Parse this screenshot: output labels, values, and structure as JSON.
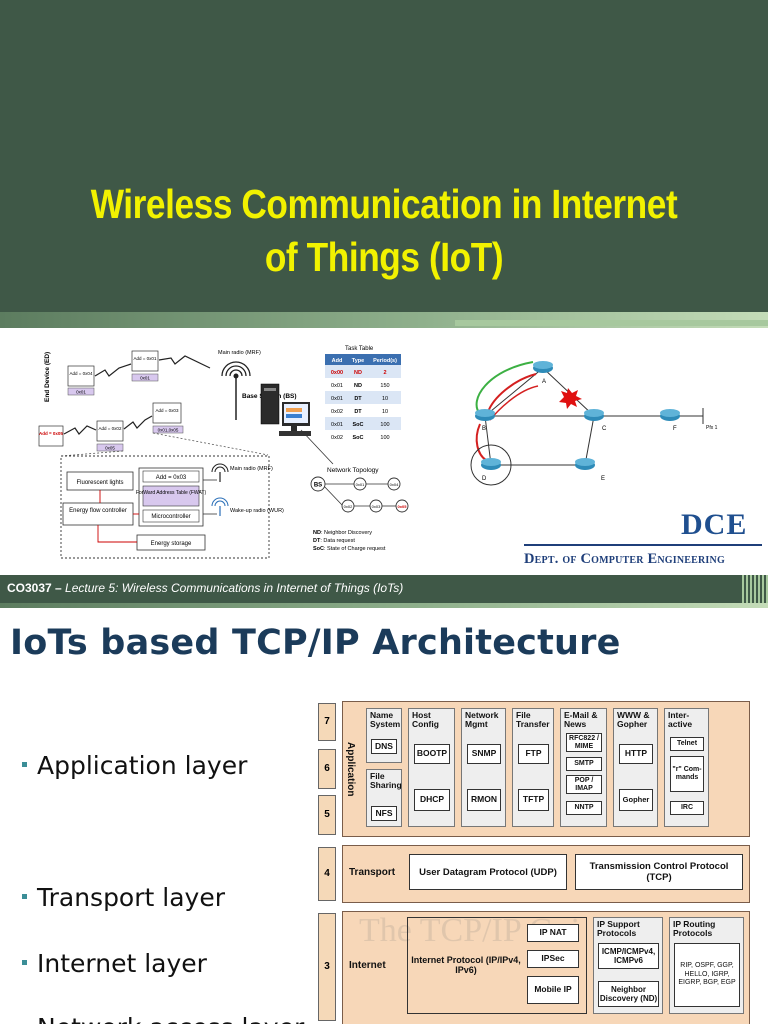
{
  "slide1": {
    "title_line1": "Wireless Communication in Internet",
    "title_line2": "of Things (IoT)",
    "diagram_left": {
      "end_device": "End Device (ED)",
      "main_radio_top": "Main radio (MRF)",
      "base_station": "Base Station (BS)",
      "task_table": {
        "title": "Task Table",
        "headers": [
          "Add",
          "Type",
          "Period(s)"
        ],
        "rows": [
          [
            "0x00",
            "ND",
            "2"
          ],
          [
            "0x01",
            "ND",
            "150"
          ],
          [
            "0x01",
            "DT",
            "10"
          ],
          [
            "0x02",
            "DT",
            "10"
          ],
          [
            "0x01",
            "SoC",
            "100"
          ],
          [
            "0x02",
            "SoC",
            "100"
          ]
        ]
      },
      "nodes": [
        "Add = 0x04",
        "Add = 0x01",
        "Add = 0x05",
        "Add = 0x02",
        "Add = 0x03"
      ],
      "tags": [
        "0x01",
        "0x01",
        "0x05",
        "0x01,0x05"
      ],
      "fluorescent": "Fluorescent lights",
      "energy_flow": "Energy flow controller",
      "energy_storage": "Energy storage",
      "add_inner": "Add = 0x03",
      "fwat": "ForWard Address Table (FWAT)",
      "microcontroller": "Microcontroller",
      "main_radio": "Main radio (MRF)",
      "wake_radio": "Wake-up radio (WUR)",
      "network_topology": "Network Topology",
      "topo_nodes": [
        "BS",
        "0x01",
        "0x04",
        "0x02",
        "0x03",
        "0x05"
      ],
      "legend": [
        {
          "key": "ND",
          "text": ": Neighbor Discovery"
        },
        {
          "key": "DT",
          "text": ": Data request"
        },
        {
          "key": "SoC",
          "text": ": State of Charge request"
        }
      ]
    },
    "diagram_right": {
      "router_labels": [
        "A",
        "B",
        "C",
        "D",
        "E",
        "F"
      ],
      "pfx_label": "Pfx 1"
    },
    "logo": "DCE",
    "dept": "Dept. of Computer Engineering"
  },
  "slide2": {
    "header_course": "CO3037 – ",
    "header_lecture": "Lecture 5: Wireless Communications in Internet of Things (IoTs)",
    "title": "IoTs based TCP/IP Architecture",
    "bullets": [
      "Application layer",
      "Transport layer",
      "Internet layer",
      "Network access layer"
    ],
    "tcpip": {
      "layer_numbers": [
        "7",
        "6",
        "5",
        "4",
        "3"
      ],
      "application_label": "Application",
      "transport_label": "Transport",
      "internet_label": "Internet",
      "app_cols": {
        "name_system": "Name System",
        "dns": "DNS",
        "file_sharing": "File Sharing",
        "nfs": "NFS",
        "host_config": "Host Config",
        "bootp": "BOOTP",
        "dhcp": "DHCP",
        "network_mgmt": "Network Mgmt",
        "snmp": "SNMP",
        "rmon": "RMON",
        "file_transfer": "File Transfer",
        "ftp": "FTP",
        "tftp": "TFTP",
        "email_news": "E-Mail & News",
        "rfc822": "RFC822 / MIME",
        "smtp": "SMTP",
        "pop": "POP / IMAP",
        "nntp": "NNTP",
        "www": "WWW & Gopher",
        "http": "HTTP",
        "gopher": "Gopher",
        "interactive": "Inter- active",
        "telnet": "Telnet",
        "rcommands": "\"r\" Com- mands",
        "irc": "IRC"
      },
      "transport": {
        "udp": "User Datagram Protocol (UDP)",
        "tcp": "Transmission Control Protocol (TCP)"
      },
      "internet": {
        "ip": "Internet Protocol (IP/IPv4, IPv6)",
        "ipnat": "IP NAT",
        "ipsec": "IPSec",
        "mobileip": "Mobile IP",
        "ip_support": "IP Support Protocols",
        "icmp": "ICMP/ICMPv4, ICMPv6",
        "nd": "Neighbor Discovery (ND)",
        "ip_routing": "IP Routing Protocols",
        "routing_list": "RIP, OSPF, GGP, HELLO, IGRP, EIGRP, BGP, EGP"
      },
      "watermark": "The TCP/IP Gui"
    }
  }
}
